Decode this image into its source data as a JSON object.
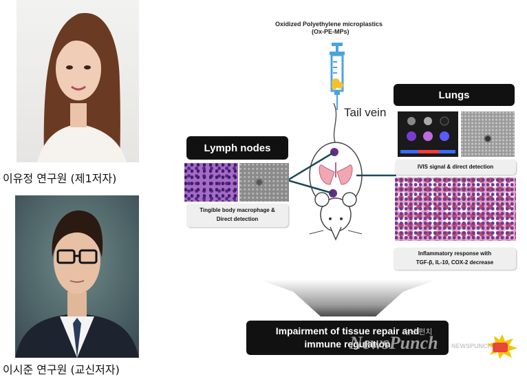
{
  "captions": {
    "first_author": "이유정 연구원 (제1저자)",
    "corresponding_author": "이시준 연구원 (교신저자)"
  },
  "diagram": {
    "injection_title": "Oxidized Polyethylene microplastics",
    "injection_subtitle": "(Ox-PE-MPs)",
    "tail_vein": "Tail vein",
    "lymph_nodes": {
      "header": "Lymph nodes",
      "note_line1": "Tingible body macrophage &",
      "note_line2": "Direct detection"
    },
    "lungs": {
      "header": "Lungs",
      "ivis_label": "IVIS signal & direct detection",
      "note_line1": "Inflammatory response with",
      "note_line2": "TGF-β, IL-10, COX-2 decrease"
    },
    "conclusion_line1": "Impairment of tissue repair and",
    "conclusion_line2": "immune regulation"
  },
  "watermark": {
    "brand": "NewsPunch",
    "korean": "뉴스펀치",
    "small": "NEWSPUNCH"
  }
}
